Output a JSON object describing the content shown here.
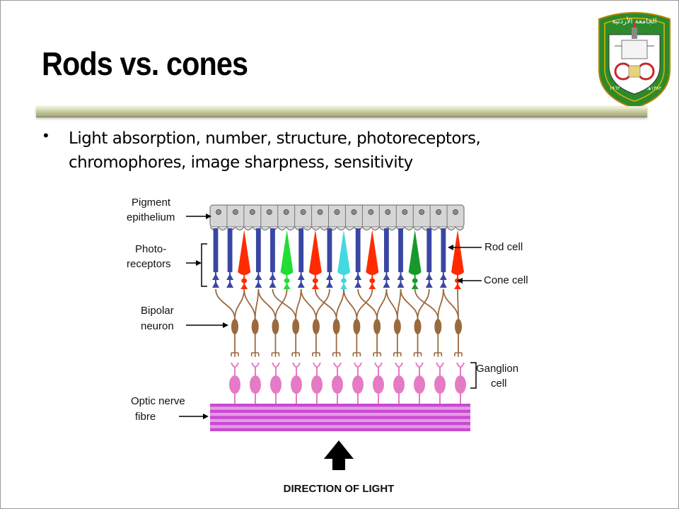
{
  "slide": {
    "title": "Rods vs. cones",
    "bullets": [
      "Light absorption, number, structure, photoreceptors, chromophores, image sharpness, sensitivity"
    ]
  },
  "diagram": {
    "labels_left": {
      "pigment_1": "Pigment",
      "pigment_2": "epithelium",
      "photo_1": "Photo-",
      "photo_2": "receptors",
      "bipolar_1": "Bipolar",
      "bipolar_2": "neuron",
      "optic_1": "Optic nerve",
      "optic_2": "fibre"
    },
    "labels_right": {
      "rod": "Rod cell",
      "cone": "Cone cell",
      "ganglion_1": "Ganglion",
      "ganglion_2": "cell"
    },
    "direction": "DIRECTION OF LIGHT",
    "receptor_sequence": [
      "rod",
      "rod",
      "cone",
      "rod",
      "rod",
      "cone",
      "rod",
      "cone",
      "rod",
      "cone",
      "rod",
      "cone",
      "rod",
      "rod",
      "cone",
      "rod",
      "rod",
      "cone"
    ],
    "cone_colors": [
      "#ff2a00",
      "#22dd33",
      "#ff2a00",
      "#44d8e0",
      "#ff2a00",
      "#159a2a",
      "#ff2a00"
    ],
    "colors": {
      "rod": "#3a46a2",
      "epithelium": "#d6d6d6",
      "bipolar": "#9a6a3e",
      "ganglion": "#e57bc4",
      "nerve_dark": "#c84ad2",
      "nerve_light": "#e59be6"
    },
    "counts": {
      "pigment_cells": 15,
      "bipolar_cells": 12,
      "ganglion_cells": 12,
      "nerve_stripes": 5
    }
  },
  "logo": {
    "top_text": "الجامعة الأردنية",
    "year_left": "١٩٦٢",
    "year_right": "١٣٨٢هـ",
    "colors": {
      "outer": "#2c8a2c",
      "inner": "#1f6e1f",
      "seal": "#c8282a",
      "gold": "#e0b400"
    }
  }
}
